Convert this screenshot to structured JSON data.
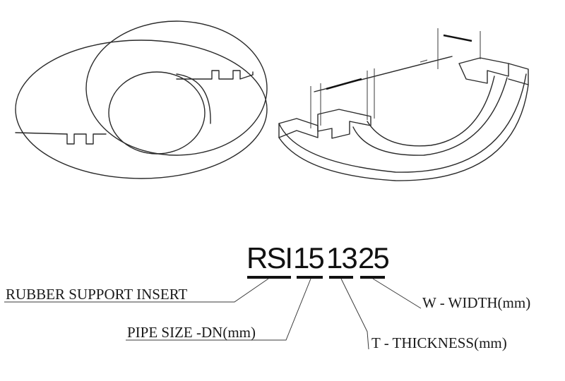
{
  "code": {
    "prefix": "RSI",
    "pipe_size": "15",
    "thickness": "13",
    "width": "25"
  },
  "legend": {
    "prefix_label": "RUBBER SUPPORT INSERT",
    "pipe_size_label": "PIPE SIZE -DN(mm)",
    "thickness_label": "T - THICKNESS(mm)",
    "width_label": "W - WIDTH(mm)"
  }
}
